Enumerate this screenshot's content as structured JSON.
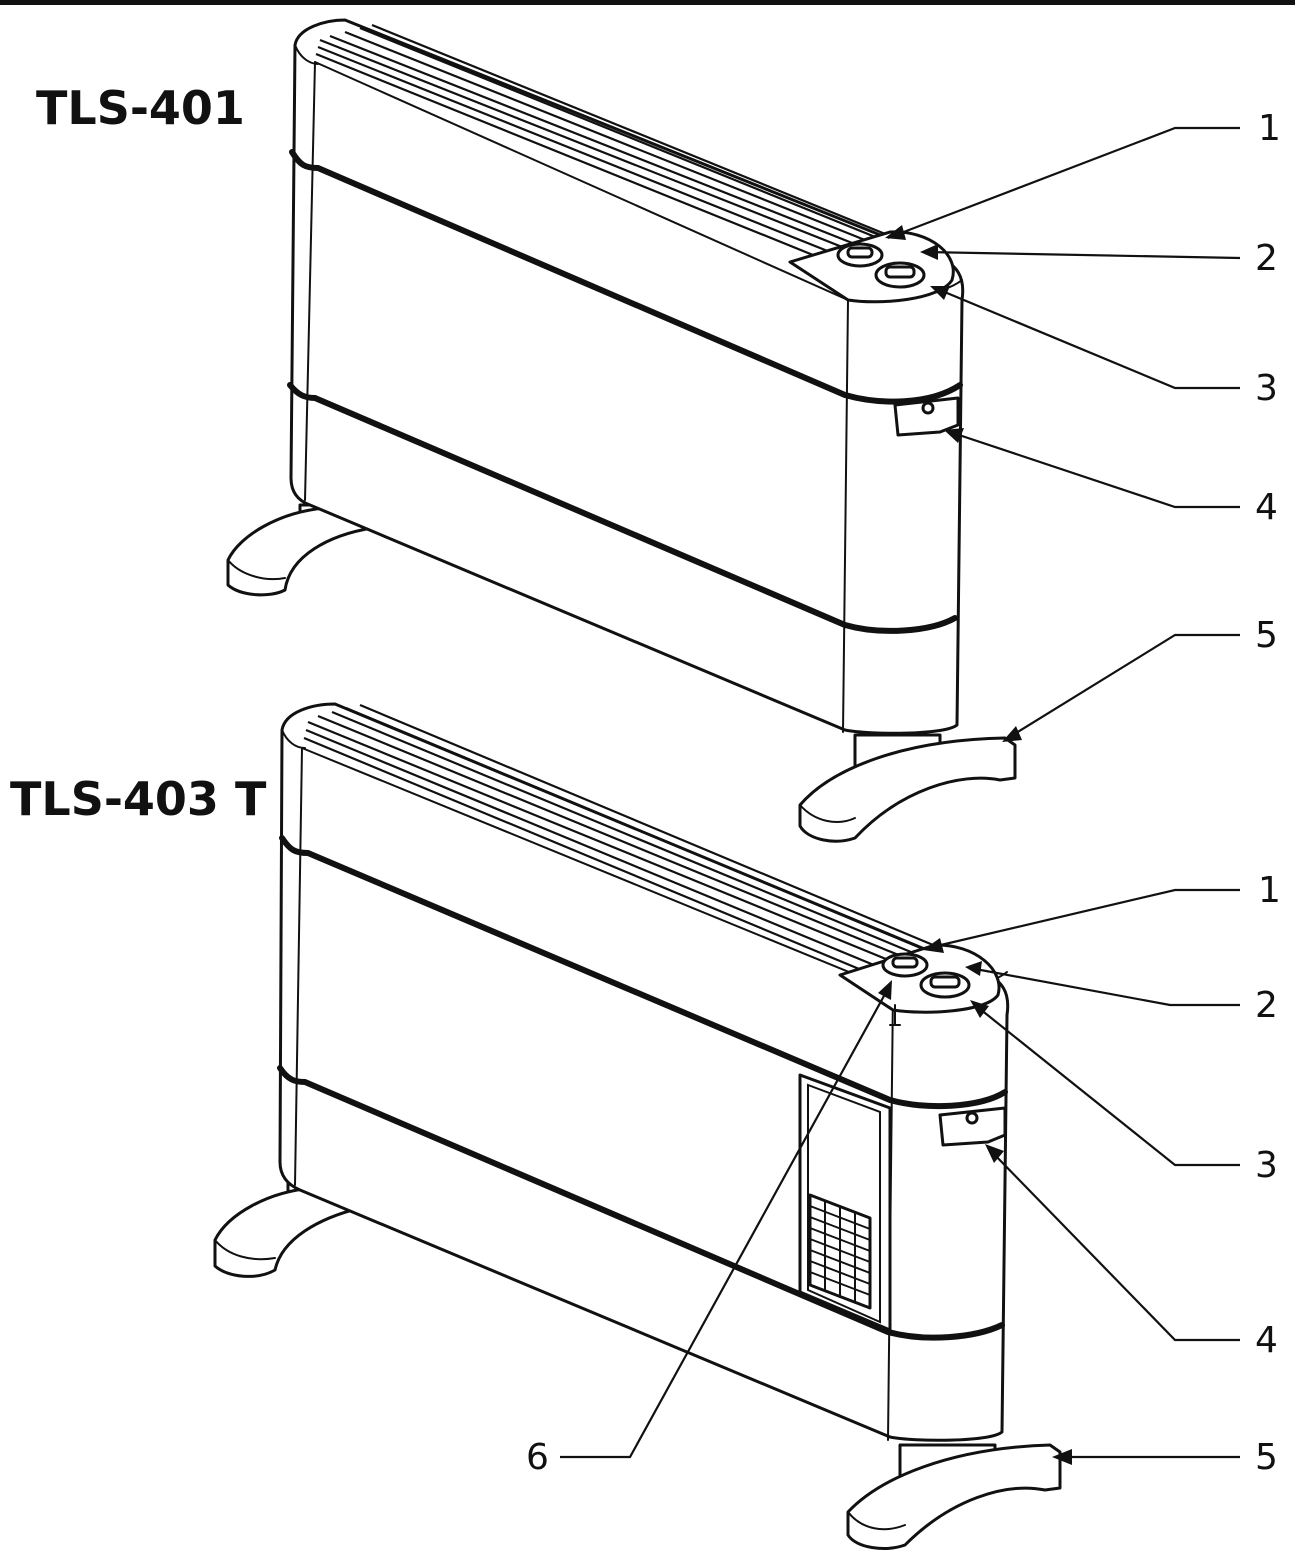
{
  "models": [
    {
      "id": "tls-401",
      "title": "TLS-401",
      "callouts": [
        "1",
        "2",
        "3",
        "4",
        "5"
      ]
    },
    {
      "id": "tls-403t",
      "title": "TLS-403 T",
      "callouts": [
        "1",
        "2",
        "3",
        "4",
        "5",
        "6"
      ]
    }
  ]
}
